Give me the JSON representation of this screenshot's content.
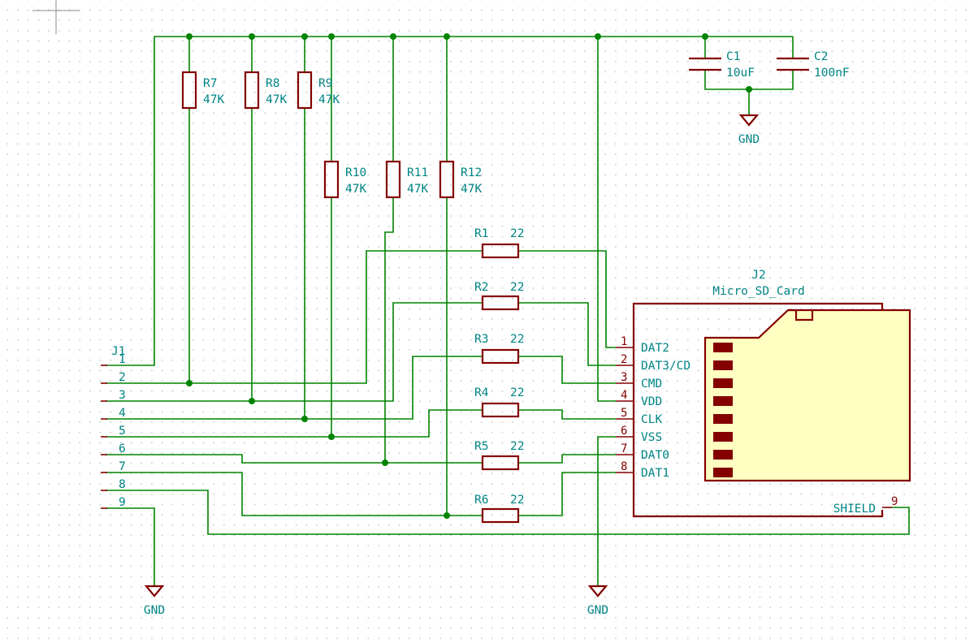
{
  "colors": {
    "wire": "#008400",
    "component": "#840000",
    "text": "#008484",
    "card_fill": "#ffffc2"
  },
  "power": {
    "gnd_label": "GND"
  },
  "components": {
    "R7": {
      "ref": "R7",
      "value": "47K"
    },
    "R8": {
      "ref": "R8",
      "value": "47K"
    },
    "R9": {
      "ref": "R9",
      "value": "47K"
    },
    "R10": {
      "ref": "R10",
      "value": "47K"
    },
    "R11": {
      "ref": "R11",
      "value": "47K"
    },
    "R12": {
      "ref": "R12",
      "value": "47K"
    },
    "R1": {
      "ref": "R1",
      "value": "22"
    },
    "R2": {
      "ref": "R2",
      "value": "22"
    },
    "R3": {
      "ref": "R3",
      "value": "22"
    },
    "R4": {
      "ref": "R4",
      "value": "22"
    },
    "R5": {
      "ref": "R5",
      "value": "22"
    },
    "R6": {
      "ref": "R6",
      "value": "22"
    },
    "C1": {
      "ref": "C1",
      "value": "10uF"
    },
    "C2": {
      "ref": "C2",
      "value": "100nF"
    }
  },
  "j1": {
    "ref": "J1",
    "pins": [
      "1",
      "2",
      "3",
      "4",
      "5",
      "6",
      "7",
      "8",
      "9"
    ]
  },
  "j2": {
    "ref": "J2",
    "value": "Micro_SD_Card",
    "pins": [
      {
        "num": "1",
        "name": "DAT2"
      },
      {
        "num": "2",
        "name": "DAT3/CD"
      },
      {
        "num": "3",
        "name": "CMD"
      },
      {
        "num": "4",
        "name": "VDD"
      },
      {
        "num": "5",
        "name": "CLK"
      },
      {
        "num": "6",
        "name": "VSS"
      },
      {
        "num": "7",
        "name": "DAT0"
      },
      {
        "num": "8",
        "name": "DAT1"
      }
    ],
    "shield": {
      "num": "9",
      "name": "SHIELD"
    }
  }
}
